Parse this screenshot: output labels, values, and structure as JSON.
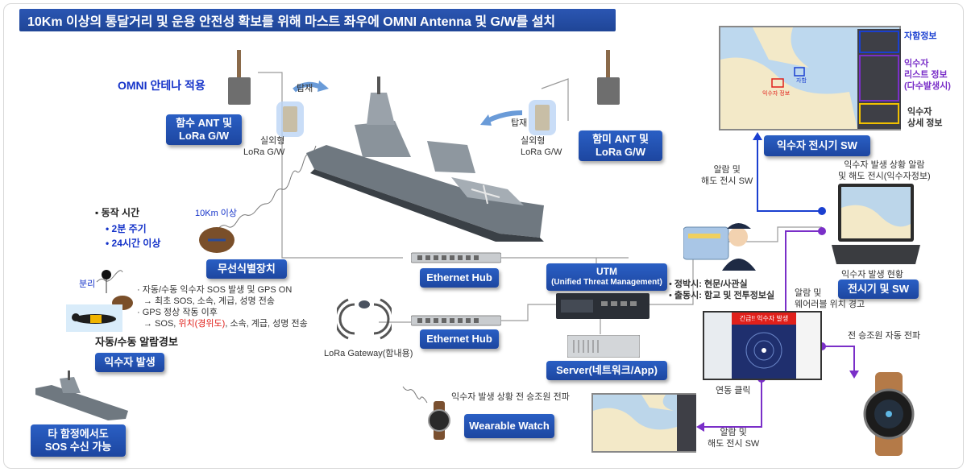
{
  "header": {
    "title": "10Km 이상의 통달거리 및 운용 안전성 확보를 위해 마스트 좌우에 OMNI Antenna 및 G/W를 설치"
  },
  "labels": {
    "omni_apply": "OMNI 안테나 적용",
    "mount_left": "탑재",
    "mount_right": "탑재",
    "outdoor_lora_left": "실외형\nLoRa G/W",
    "outdoor_lora_right": "실외형\nLoRa G/W",
    "range": "10Km 이상",
    "separation": "분리",
    "lora_gateway": "LoRa Gateway(함내용)",
    "alarm_chart_sw_top": "알람 및\n해도 전시 SW",
    "alarm_chart_sw_bottom": "알람 및\n해도 전시 SW",
    "alarm_wearable": "알람 및\n웨어러블 위치 경고",
    "crew_wide": "전 승조원 자동 전파",
    "link_click": "연동 클릭",
    "wearable_notice": "익수자 발생 상황 전 승조원 전파",
    "status_alarm": "익수자 발생 상황 알람\n및 해도 전시(익수자정보)",
    "status_now": "익수자 발생 현황",
    "auto_manual_alarm": "자동/수동 알람경보"
  },
  "operation": {
    "title": "동작 시간",
    "items": [
      "2분 주기",
      "24시간 이상"
    ]
  },
  "sos_notes": [
    "자동/수동 익수자 SOS 발생 및 GPS ON",
    "→ 최초 SOS, 소속, 계급, 성명 전송",
    "GPS 정상 작동 이후",
    "→ SOS, ",
    "위치(경위도)",
    ", 소속, 계급, 성명 전송"
  ],
  "utm_notes": {
    "bullet1_label": "정박시: ",
    "bullet1_value": "현문/사관실",
    "bullet2_label": "출동시: ",
    "bullet2_value": "함교 및 전투정보실"
  },
  "screen_annotations": {
    "own_ship": "자함정보",
    "mob_list": "익수자\n리스트 정보\n(다수발생시)",
    "mob_detail": "익수자\n상세 정보",
    "map_own": "자함",
    "map_mob": "익수자 정보"
  },
  "alert_screen": {
    "title": "긴급!! 익수자 발생"
  },
  "boxes": {
    "bow_ant": "함수 ANT 및\nLoRa G/W",
    "stern_ant": "함미 ANT 및\nLoRa G/W",
    "wireless_id": "무선식별장치",
    "eth_hub_1": "Ethernet Hub",
    "eth_hub_2": "Ethernet Hub",
    "utm_title": "UTM",
    "utm_sub": "(Unified Threat Management)",
    "server": "Server(네트워크/App)",
    "mob_display_sw": "익수자 전시기 SW",
    "display_sw": "전시기 및 SW",
    "mob_occur": "익수자 발생",
    "other_ship": "타 함정에서도\nSOS 수신 가능",
    "wearable": "Wearable Watch"
  },
  "colors": {
    "box_blue": "#1f4aa6",
    "header_blue": "#234ea6",
    "link_purple": "#7a2fc8",
    "link_blue": "#1a3fd0",
    "highlight_red": "#e0201b"
  }
}
